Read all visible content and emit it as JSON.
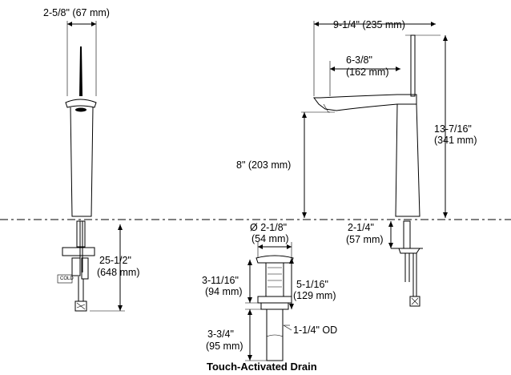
{
  "dimensions": {
    "spout_width": "2-5/8\" (67 mm)",
    "total_depth": "9-1/4\" (235 mm)",
    "spout_reach_in": "6-3/8\"",
    "spout_reach_mm": "(162 mm)",
    "spout_height": "8\" (203 mm)",
    "total_height_in": "13-7/16\"",
    "total_height_mm": "(341 mm)",
    "supply_length_in": "25-1/2\"",
    "supply_length_mm": "(648 mm)",
    "drain_diameter_in": "Ø 2-1/8\"",
    "drain_diameter_mm": "(54 mm)",
    "shank_in": "2-1/4\"",
    "shank_mm": "(57 mm)",
    "drain_body_in": "3-11/16\"",
    "drain_body_mm": "(94 mm)",
    "drain_total_in": "5-1/16\"",
    "drain_total_mm": "(129 mm)",
    "tailpiece_in": "3-3/4\"",
    "tailpiece_mm": "(95 mm)",
    "tailpiece_od": "1-1/4\" OD"
  },
  "valve_tag": "COLD",
  "caption": "Touch-Activated Drain"
}
